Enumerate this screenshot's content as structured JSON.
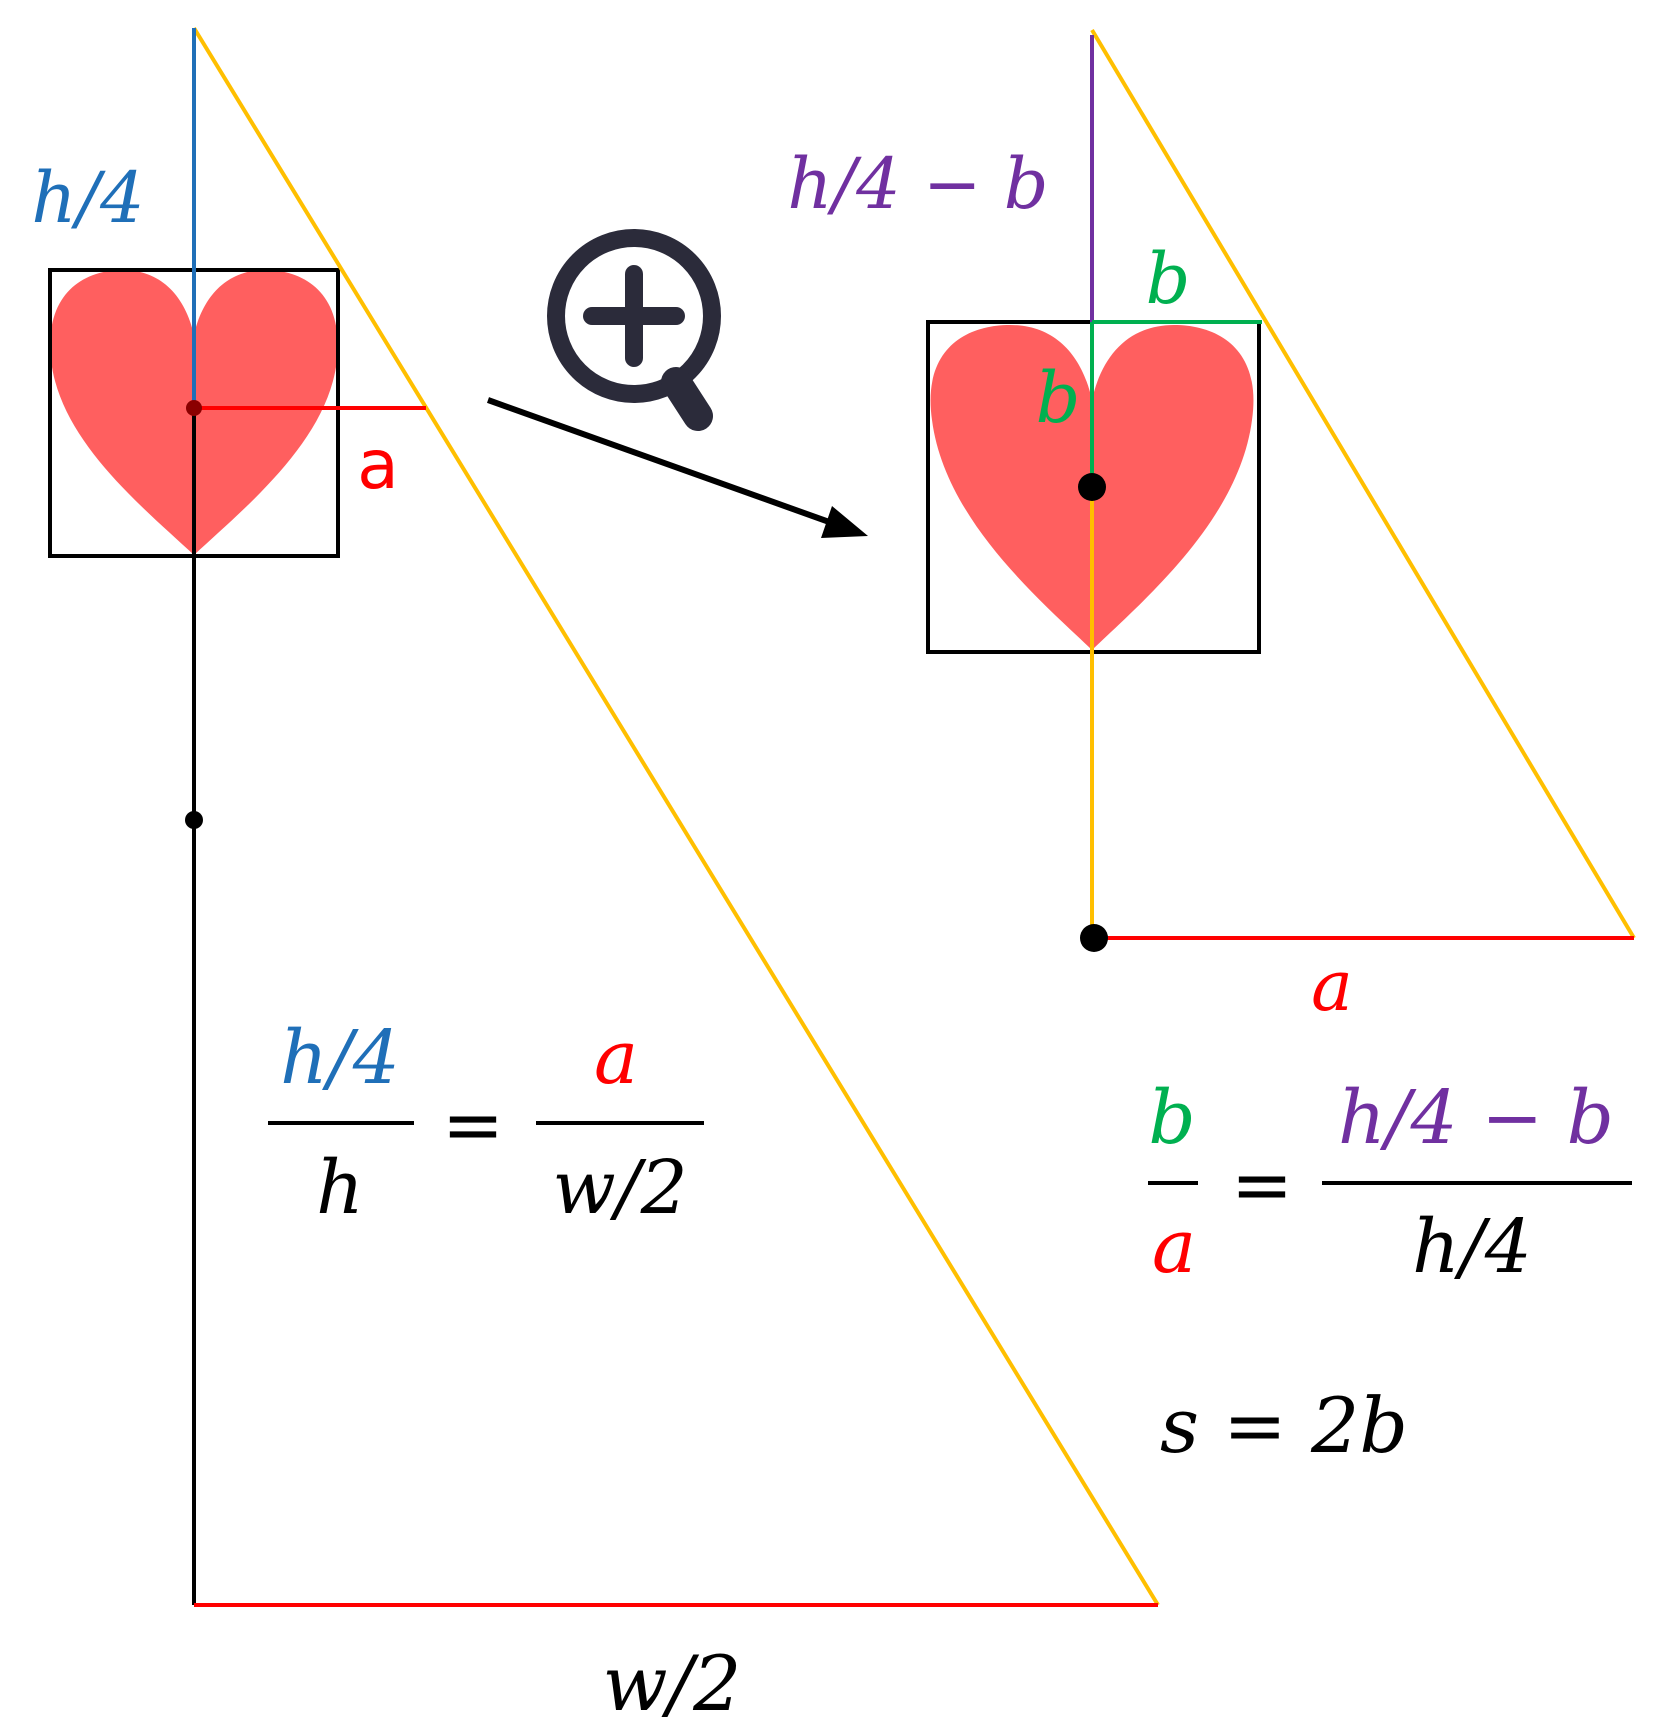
{
  "colors": {
    "blue": "#1f6fb8",
    "red": "#ff0000",
    "black": "#000000",
    "yellow": "#ffbf00",
    "purple": "#7030a0",
    "green": "#00b050",
    "heart": "#ff5f5f",
    "icon": "#2b2b3a"
  },
  "icons": {
    "zoom": "zoom-in-icon",
    "arrow": "arrow-right-down-icon",
    "heart": "heart-icon"
  },
  "left": {
    "label_h4": "h/4",
    "label_a": "a",
    "label_w2": "w/2",
    "eq": {
      "num_left": "h/4",
      "den_left": "h",
      "equals": "=",
      "num_right": "a",
      "den_right": "w/2"
    }
  },
  "right": {
    "label_h4b": "h/4 − b",
    "label_b_top": "b",
    "label_b_side": "b",
    "label_a": "a",
    "eq": {
      "num_left": "b",
      "den_left": "a",
      "equals": "=",
      "num_right": "h/4 − b",
      "den_right": "h/4"
    },
    "s_eq": "s = 2b"
  }
}
